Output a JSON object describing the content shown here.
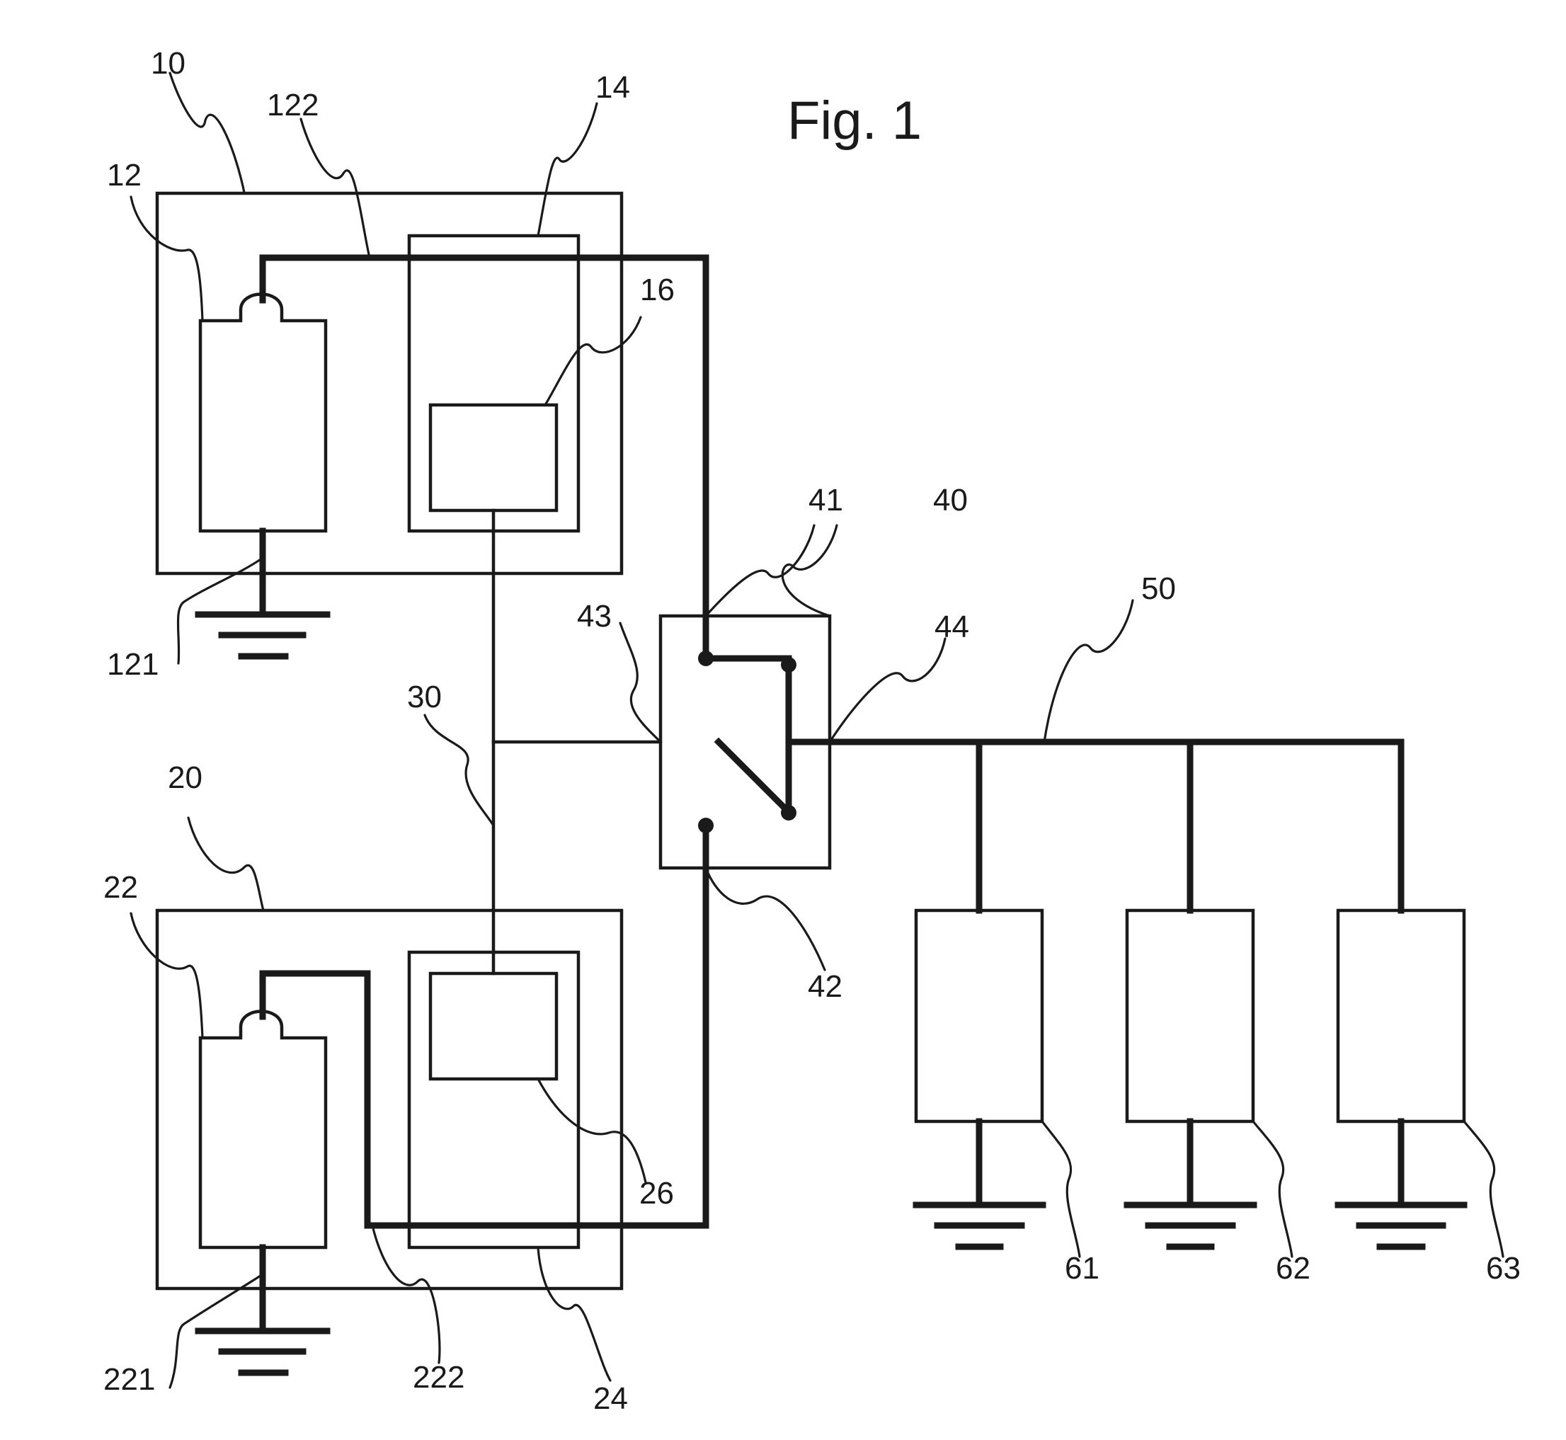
{
  "figure": {
    "title": "Fig. 1"
  },
  "labels": {
    "l10": "10",
    "l12": "12",
    "l122": "122",
    "l14": "14",
    "l16": "16",
    "l121": "121",
    "l20": "20",
    "l22": "22",
    "l221": "221",
    "l222": "222",
    "l24": "24",
    "l26": "26",
    "l30": "30",
    "l40": "40",
    "l41": "41",
    "l42": "42",
    "l43": "43",
    "l44": "44",
    "l50": "50",
    "l61": "61",
    "l62": "62",
    "l63": "63"
  }
}
